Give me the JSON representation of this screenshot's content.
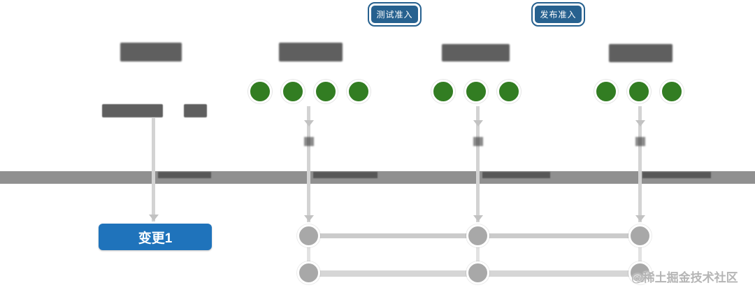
{
  "gates": {
    "test_gate_label": "测试准入",
    "release_gate_label": "发布准入"
  },
  "change": {
    "button_label": "变更1"
  },
  "watermark": "@稀土掘金技术社区",
  "columns": [
    {
      "header_text": "",
      "header_redacted": true,
      "sub_labels_redacted": true,
      "green_dots": 0
    },
    {
      "header_text": "",
      "header_redacted": true,
      "green_dots": 4
    },
    {
      "header_text": "",
      "header_redacted": true,
      "green_dots": 3
    },
    {
      "header_text": "",
      "header_redacted": true,
      "green_dots": 3
    }
  ],
  "pipeline": {
    "gray_node_rows": 2,
    "gray_node_columns": 3
  },
  "colors": {
    "green_dot": "#327d22",
    "gate_button": "#27618f",
    "change_button": "#1f73bb",
    "band": "#909090",
    "line": "#d3d3d3",
    "node_gray": "#a8a8a8",
    "redacted_block": "#5f5f5f"
  }
}
